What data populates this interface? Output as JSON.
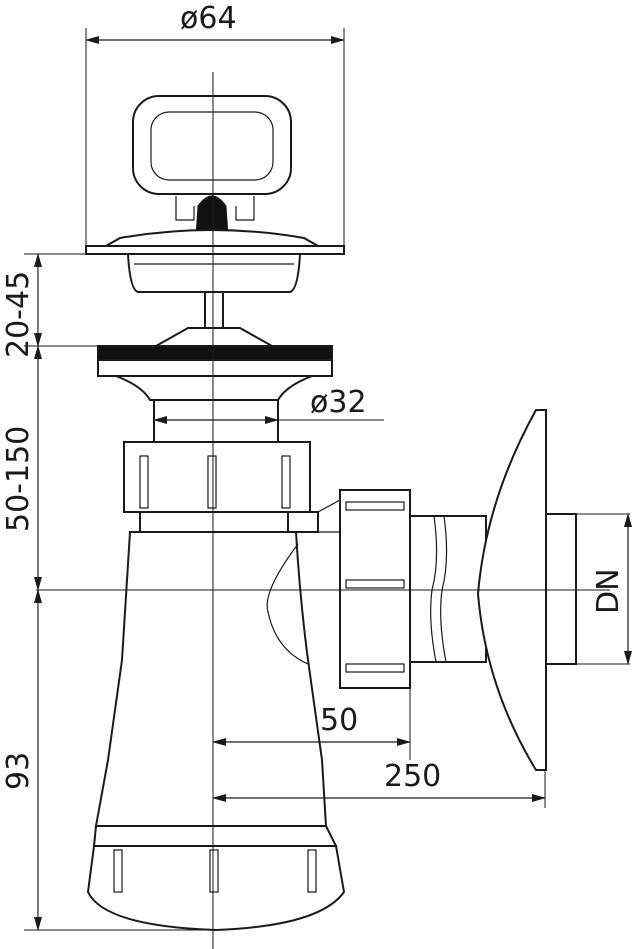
{
  "drawing": {
    "dimensions": {
      "top_diameter": "ø64",
      "pipe_diameter": "ø32",
      "height_range_top": "20-45",
      "height_range_mid": "50-150",
      "height_bottom": "93",
      "outlet_offset": "50",
      "outlet_length": "250",
      "outlet_size": "DN"
    },
    "line_color": "#1a1a1a",
    "background": "#ffffff"
  }
}
